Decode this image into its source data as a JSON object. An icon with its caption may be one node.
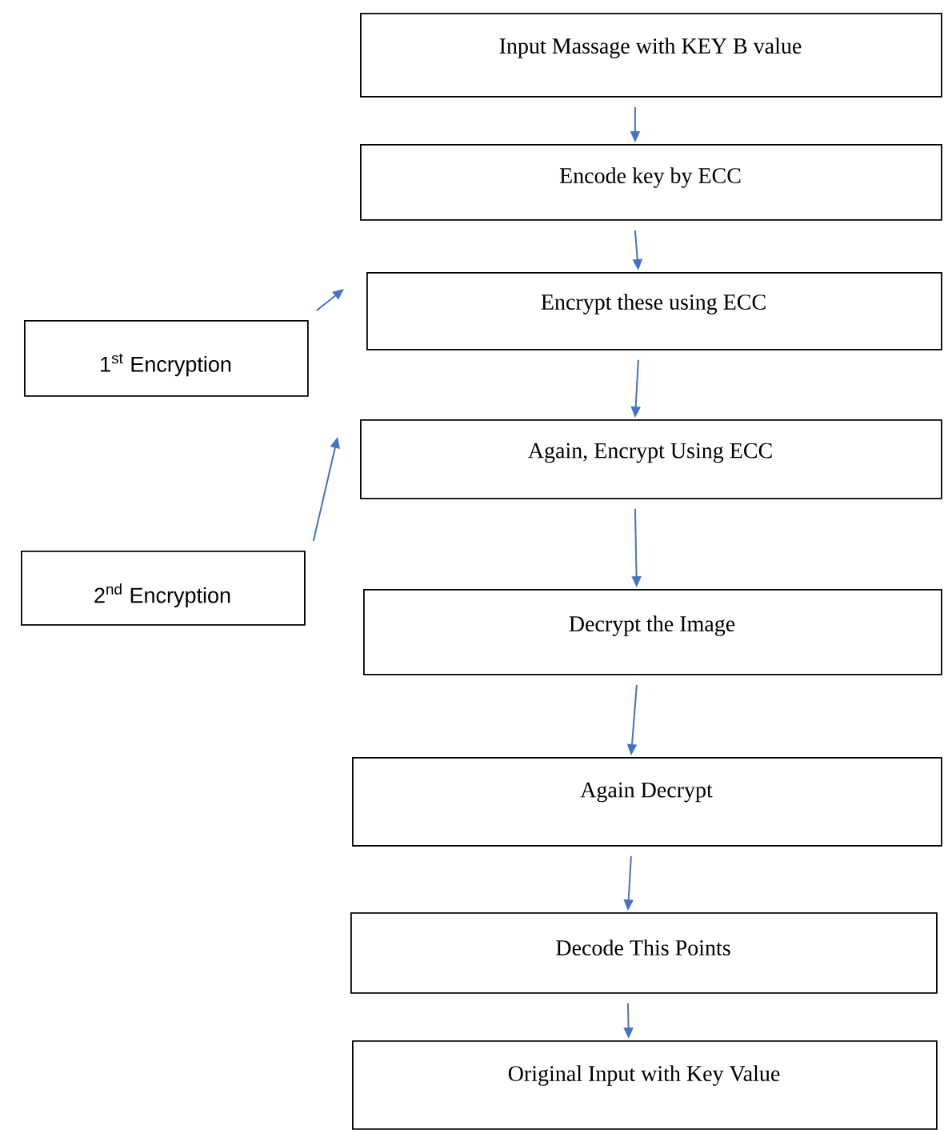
{
  "diagram": {
    "nodes": [
      {
        "text": [
          "Input Massage with KEY  B value"
        ]
      },
      {
        "text": [
          "Encode key by ECC"
        ]
      },
      {
        "text": [
          "Encrypt these using ECC"
        ]
      },
      {
        "text": [
          "1$^{st}$ Encryption"
        ]
      },
      {
        "text": [
          "Again, Encrypt Using ECC"
        ]
      },
      {
        "text": [
          "2$^{nd}$ Encryption"
        ]
      },
      {
        "text": [
          "Decrypt the Image"
        ]
      },
      {
        "text": [
          "Again Decrypt"
        ]
      },
      {
        "text": [
          "Decode This Points"
        ]
      },
      {
        "text": [
          "Original Input with Key Value"
        ]
      }
    ],
    "edges": [
      {
        "from": 0,
        "to": 1,
        "arrow": "to"
      },
      {
        "from": 1,
        "to": 2,
        "arrow": "to"
      },
      {
        "from": 2,
        "to": 4,
        "arrow": "to"
      },
      {
        "from": 3,
        "to": 2,
        "arrow": "to"
      },
      {
        "from": 4,
        "to": 6,
        "arrow": "to"
      },
      {
        "from": 5,
        "to": 4,
        "arrow": "to"
      },
      {
        "from": 6,
        "to": 7,
        "arrow": "to"
      },
      {
        "from": 7,
        "to": 8,
        "arrow": "to"
      },
      {
        "from": 8,
        "to": 9,
        "arrow": "to"
      }
    ]
  }
}
